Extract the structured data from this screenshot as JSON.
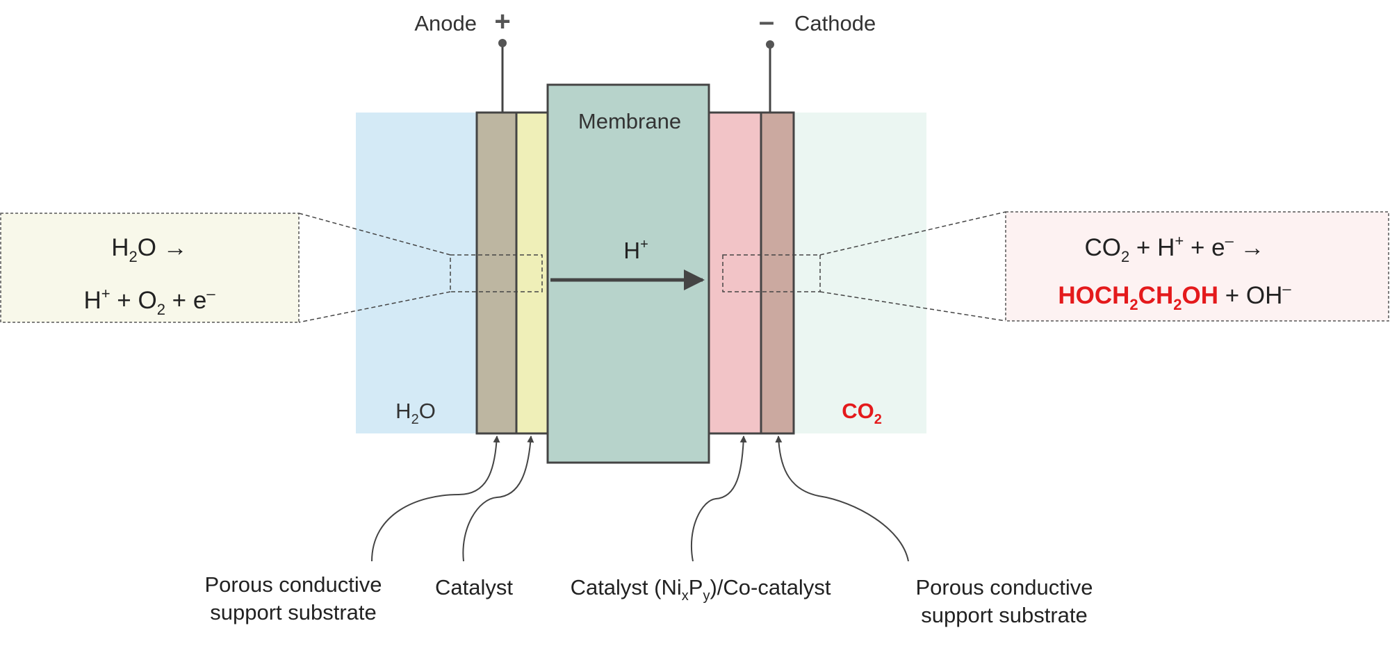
{
  "terminals": {
    "anode_label": "Anode",
    "anode_sign": "+",
    "cathode_label": "Cathode",
    "cathode_sign": "–"
  },
  "membrane_label": "Membrane",
  "proton": {
    "base": "H",
    "sup": "+"
  },
  "anode_side": {
    "feed": {
      "base": "H",
      "sub": "2",
      "rest": "O"
    },
    "reaction_line1": {
      "a": "H",
      "sub": "2",
      "b": "O →"
    },
    "reaction_line2": {
      "a": "H",
      "sup1": "+",
      "b": " + O",
      "sub": "2",
      "c": " + e",
      "sup2": "–"
    }
  },
  "cathode_side": {
    "feed": {
      "base": "CO",
      "sub": "2"
    },
    "reaction_line1": {
      "a": "CO",
      "sub": "2",
      "b": " + H",
      "sup1": "+",
      "c": " + e",
      "sup2": "–",
      "d": " →"
    },
    "reaction_line2": {
      "p1": "HOCH",
      "s1": "2",
      "p2": "CH",
      "s2": "2",
      "p3": "OH",
      "rest": " + OH",
      "sup": "–"
    }
  },
  "labels": {
    "anode_substrate_line1": "Porous conductive",
    "anode_substrate_line2": "support substrate",
    "anode_catalyst": "Catalyst",
    "cathode_catalyst": {
      "a": "Catalyst (Ni",
      "sub1": "x",
      "b": "P",
      "sub2": "y",
      "c": ")/Co-catalyst"
    },
    "cathode_substrate_line1": "Porous conductive",
    "cathode_substrate_line2": "support substrate"
  },
  "colors": {
    "water_region": "#d4eaf6",
    "co2_region": "#ebf6f2",
    "anode_substrate": "#bdb6a1",
    "anode_catalyst": "#efefb8",
    "membrane": "#b7d3cb",
    "cathode_catalyst": "#f2c4c7",
    "cathode_substrate": "#cba9a0",
    "anode_zoom_box": "#f8f8ea",
    "cathode_zoom_box": "#fdf2f2",
    "product_red": "#e41a1c",
    "stroke": "#444444"
  }
}
